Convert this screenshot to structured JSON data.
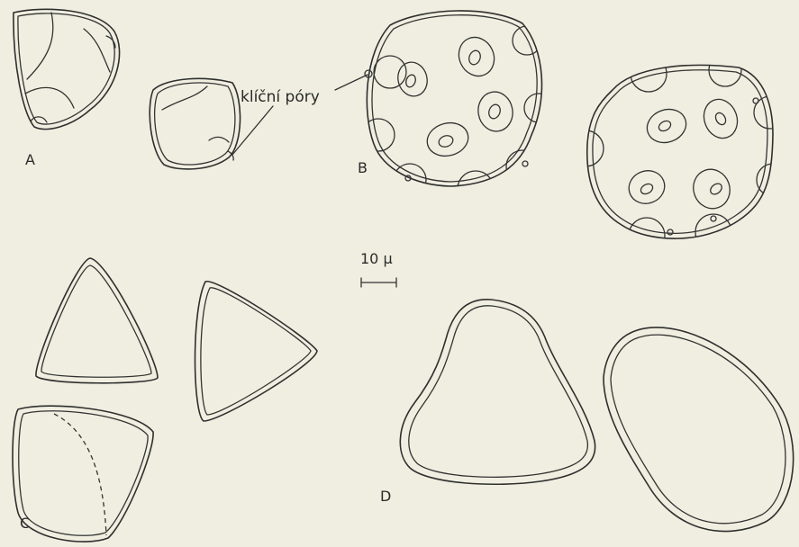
{
  "figure": {
    "labels": {
      "a": "A",
      "b": "B",
      "c": "C",
      "d": "D"
    },
    "annotation": "klíční póry",
    "scale_bar": "10 μ",
    "colors": {
      "paper": "#efeee0",
      "ink": "#2f2f2f"
    }
  }
}
